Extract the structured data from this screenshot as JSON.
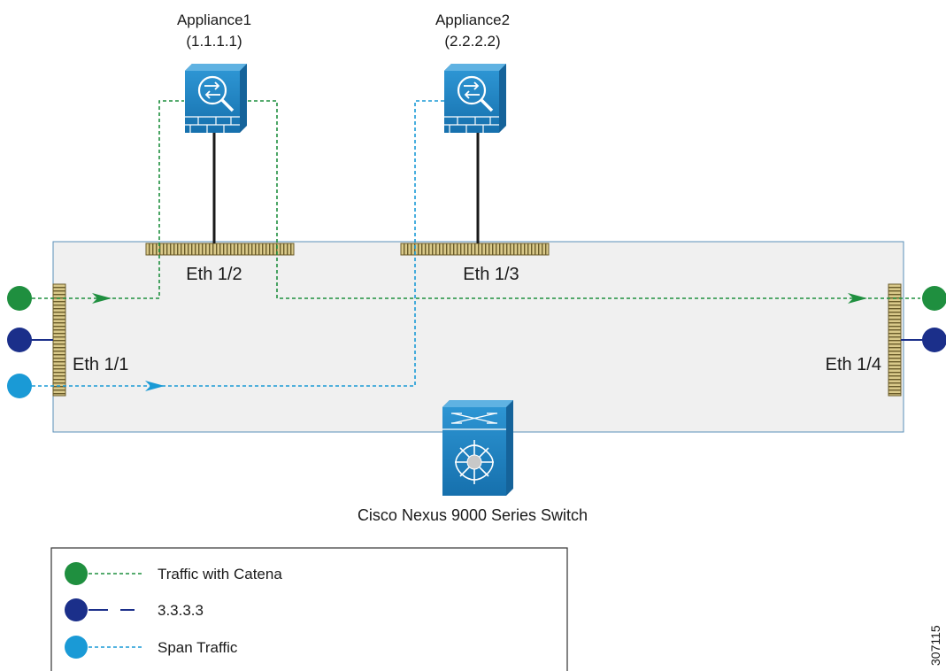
{
  "appliances": [
    {
      "name": "Appliance1",
      "ip": "(1.1.1.1)"
    },
    {
      "name": "Appliance2",
      "ip": "(2.2.2.2)"
    }
  ],
  "ports": {
    "eth1_1": "Eth 1/1",
    "eth1_2": "Eth 1/2",
    "eth1_3": "Eth 1/3",
    "eth1_4": "Eth 1/4"
  },
  "switch": {
    "label": "Cisco Nexus  9000 Series Switch"
  },
  "legend": [
    {
      "label": "Traffic with Catena",
      "color": "#1f8f3f",
      "line": "dotted"
    },
    {
      "label": "3.3.3.3",
      "color": "#1b2f8a",
      "line": "dashed"
    },
    {
      "label": "Span Traffic",
      "color": "#1a9ad6",
      "line": "dotted"
    }
  ],
  "figure_id": "307115",
  "colors": {
    "green": "#1f8f3f",
    "navy": "#1b2f8a",
    "cyan": "#1a9ad6",
    "device": "#1f7fc0",
    "switch_fill": "#f0f0f0",
    "switch_border": "#5a8fb8",
    "port_fill": "#d9c98a"
  }
}
